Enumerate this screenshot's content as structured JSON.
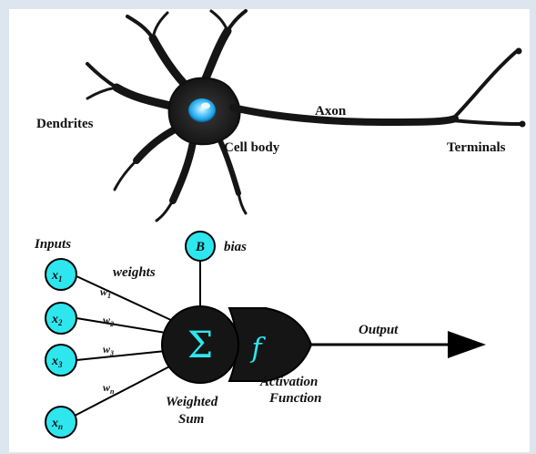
{
  "neuron": {
    "dendrites_label": "Dendrites",
    "axon_label": "Axon",
    "cell_body_label": "Cell body",
    "terminals_label": "Terminals",
    "nucleus_color": "#3fb8f0",
    "body_color": "#151515"
  },
  "perceptron": {
    "inputs_label": "Inputs",
    "weights_label": "weights",
    "inputs": [
      {
        "main": "x",
        "sub": "1"
      },
      {
        "main": "x",
        "sub": "2"
      },
      {
        "main": "x",
        "sub": "3"
      },
      {
        "main": "x",
        "sub": "n"
      }
    ],
    "weights": [
      {
        "main": "w",
        "sub": "1"
      },
      {
        "main": "w",
        "sub": "2"
      },
      {
        "main": "w",
        "sub": "3"
      },
      {
        "main": "w",
        "sub": "n"
      }
    ],
    "bias_symbol": "B",
    "bias_label": "bias",
    "sum_symbol": "Σ",
    "activation_symbol": "f",
    "weighted_sum_line1": "Weighted",
    "weighted_sum_line2": "Sum",
    "activation_line1": "Activation",
    "activation_line2": "Function",
    "output_label": "Output",
    "node_color": "#2ee6ee",
    "symbol_color": "#2ee6ee"
  }
}
